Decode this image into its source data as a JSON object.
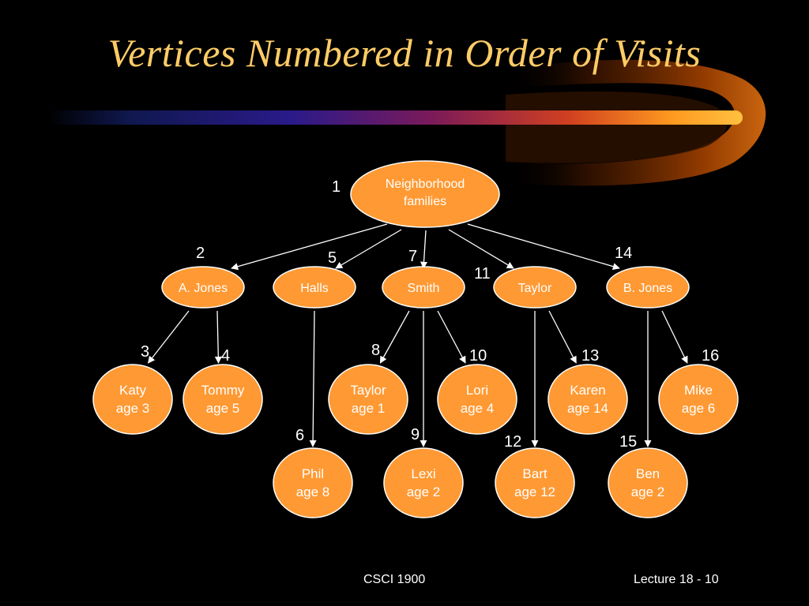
{
  "slide": {
    "title": "Vertices Numbered in Order of Visits",
    "footer_course": "CSCI 1900",
    "footer_lecture": "Lecture 18 - 10"
  },
  "colors": {
    "node_fill": "#FF9933",
    "node_stroke": "#FFFFFF",
    "title": "#FFCC66",
    "edge": "#FFFFFF",
    "background": "#000000"
  },
  "tree": {
    "root": {
      "line1": "Neighborhood",
      "line2": "families",
      "order": "1"
    },
    "families": [
      {
        "name": "A. Jones",
        "order": "2"
      },
      {
        "name": "Halls",
        "order": "5"
      },
      {
        "name": "Smith",
        "order": "7"
      },
      {
        "name": "Taylor",
        "order": "11"
      },
      {
        "name": "B. Jones",
        "order": "14"
      }
    ],
    "children": [
      {
        "name": "Katy",
        "age": "age 3",
        "order": "3"
      },
      {
        "name": "Tommy",
        "age": "age 5",
        "order": "4"
      },
      {
        "name": "Phil",
        "age": "age 8",
        "order": "6"
      },
      {
        "name": "Taylor",
        "age": "age 1",
        "order": "8"
      },
      {
        "name": "Lexi",
        "age": "age 2",
        "order": "9"
      },
      {
        "name": "Lori",
        "age": "age 4",
        "order": "10"
      },
      {
        "name": "Bart",
        "age": "age 12",
        "order": "12"
      },
      {
        "name": "Karen",
        "age": "age 14",
        "order": "13"
      },
      {
        "name": "Mike",
        "age": "age 6",
        "order": "16"
      },
      {
        "name": "Ben",
        "age": "age 2",
        "order": "15"
      }
    ]
  }
}
